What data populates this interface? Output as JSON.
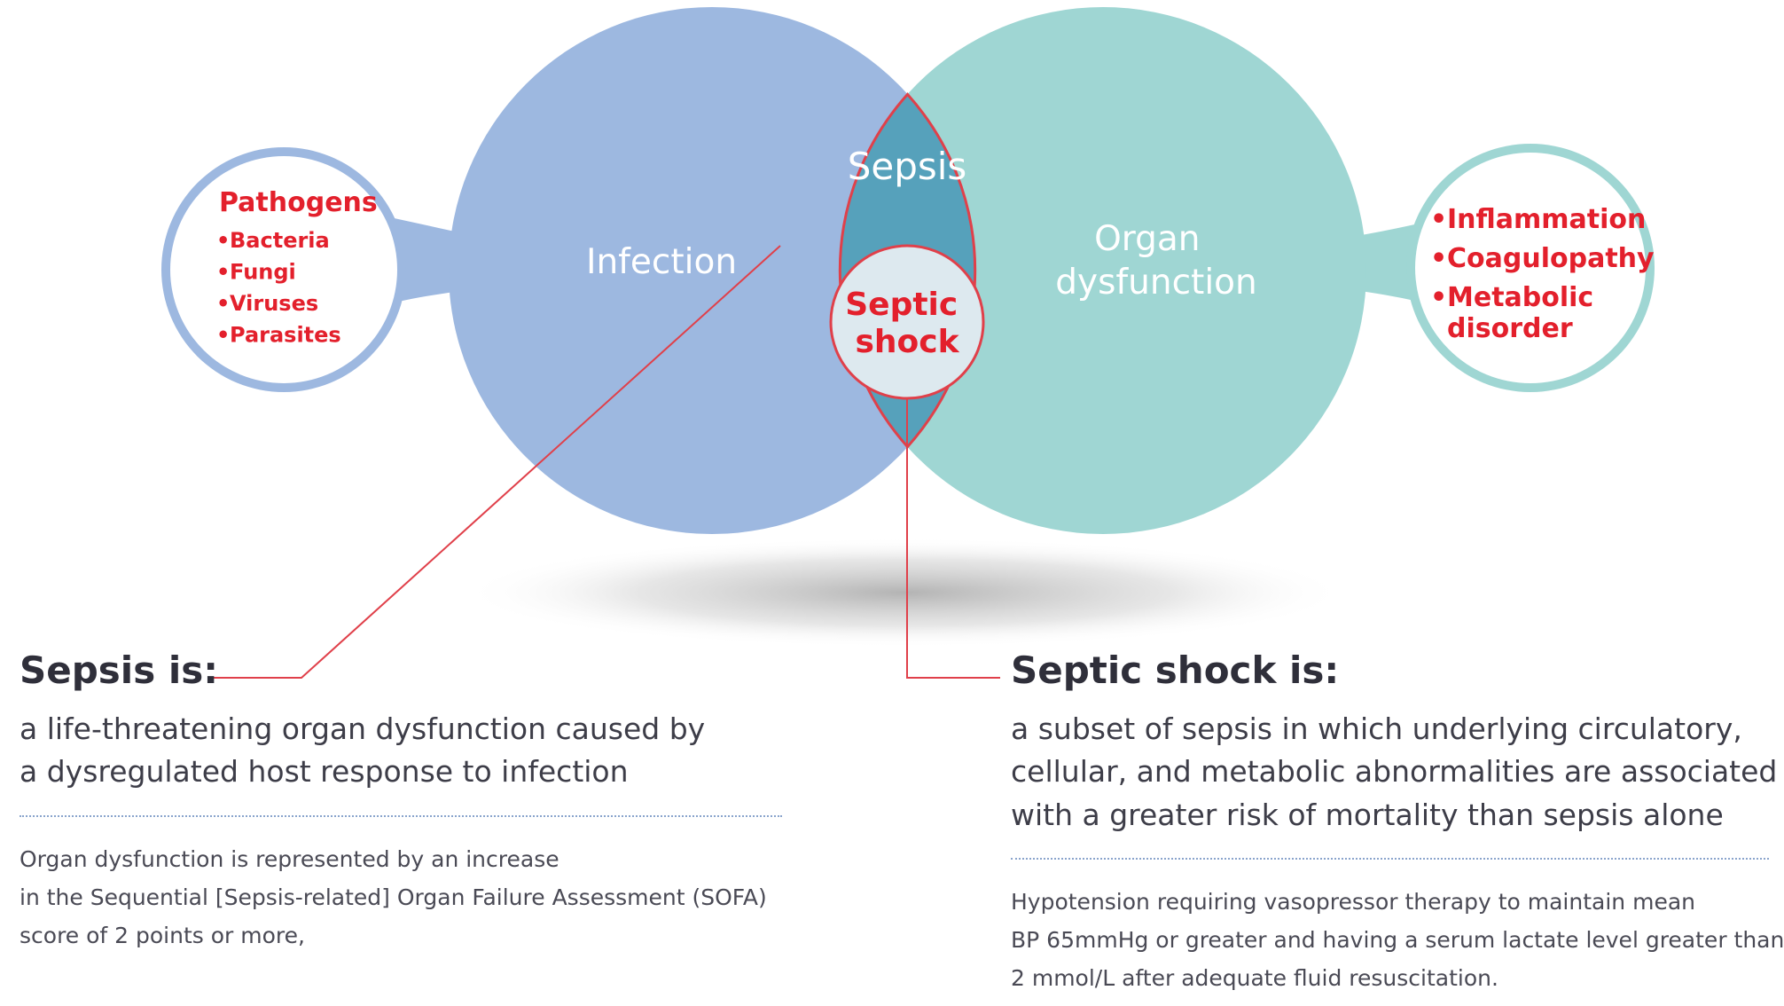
{
  "diagram": {
    "circles": {
      "infection": {
        "label": "Infection"
      },
      "organ": {
        "label_lines": [
          "Organ",
          "dysfunction"
        ]
      },
      "sepsis": {
        "label": "Sepsis"
      },
      "septic_shock": {
        "label_lines": [
          "Septic",
          "shock"
        ]
      }
    },
    "pathogens": {
      "title": "Pathogens",
      "items": [
        "Bacteria",
        "Fungi",
        "Viruses",
        "Parasites"
      ]
    },
    "organ_factors": {
      "items": [
        {
          "lines": [
            "Inflammation"
          ]
        },
        {
          "lines": [
            "Coagulopathy"
          ]
        },
        {
          "lines": [
            "Metabolic",
            "disorder"
          ]
        }
      ]
    },
    "bullet": "•",
    "colors": {
      "infection": "#9db8e0",
      "organ": "#9fd6d3",
      "overlap": "#56a1bb",
      "accent_red": "#e3202c",
      "connector": "#e0404a",
      "shock_fill": "#dde9ef",
      "label_white": "#ffffff",
      "text_dark": "#2f2f3a"
    }
  },
  "sepsis_section": {
    "heading": "Sepsis is:",
    "definition_lines": [
      "a life-threatening organ dysfunction caused by",
      "a dysregulated host response to infection"
    ],
    "criteria_lines": [
      "Organ dysfunction is represented by an increase",
      "in the Sequential [Sepsis-related] Organ Failure Assessment (SOFA)",
      "score of 2 points or more,"
    ]
  },
  "septic_shock_section": {
    "heading": "Septic shock is:",
    "definition_lines": [
      "a subset of sepsis in which underlying circulatory,",
      "cellular, and metabolic abnormalities are associated",
      "with a greater risk of mortality than sepsis alone"
    ],
    "criteria_lines": [
      "Hypotension requiring vasopressor therapy to maintain mean",
      "BP 65mmHg or greater and having a serum lactate level greater than",
      "2 mmol/L after adequate fluid resuscitation."
    ]
  }
}
